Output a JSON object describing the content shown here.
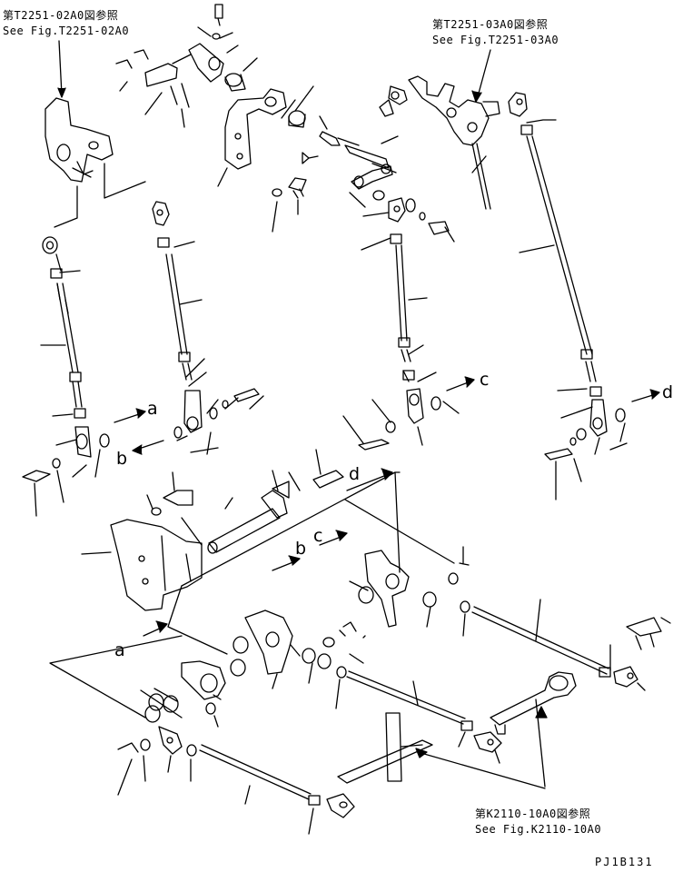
{
  "references": {
    "t2251_02a0": {
      "jp": "第T2251-02A0図参照",
      "en": "See Fig.T2251-02A0"
    },
    "t2251_03a0": {
      "jp": "第T2251-03A0図参照",
      "en": "See Fig.T2251-03A0"
    },
    "k2110_10a0": {
      "jp": "第K2110-10A0図参照",
      "en": "See Fig.K2110-10A0"
    }
  },
  "connection_letters": {
    "a_upper": "a",
    "b_upper": "b",
    "c_upper": "c",
    "d_upper": "d",
    "d_mid": "d",
    "b_mid": "b",
    "c_mid": "c",
    "a_lower": "a"
  },
  "drawing_number": "PJ1B131"
}
